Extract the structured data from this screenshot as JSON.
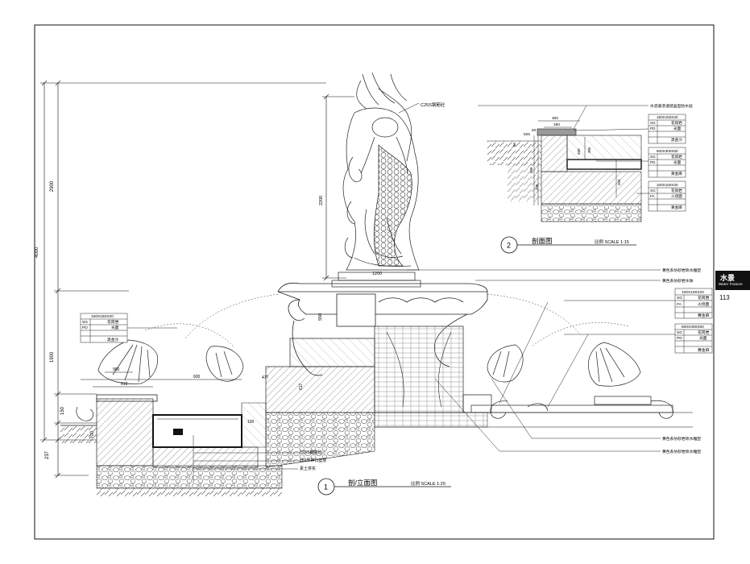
{
  "section": {
    "title_cn": "水景",
    "title_en": "Water Feature",
    "page_number": "113"
  },
  "dimensions_left": {
    "overall": "4000",
    "upper": "2900",
    "lower": "1900",
    "d150": "150",
    "d700": "700",
    "d237": "237"
  },
  "statue": {
    "height": "2200",
    "base_width": "1200",
    "bowl_height": "550",
    "label_top": "C25S钢筋砼"
  },
  "elevation_dims": {
    "d600": "600",
    "d900": "900",
    "d510": "510",
    "d477": "477",
    "d617": "617",
    "d100": "100"
  },
  "detail2": {
    "title": "剖面图",
    "number": "2",
    "scale": "比例 SCALE 1:15",
    "dims": [
      "300",
      "180",
      "60",
      "925",
      "60",
      "400",
      "305",
      "596",
      "206",
      "209"
    ],
    "top_label": "水泥基渗透结晶型防水层",
    "legend_boxes": [
      {
        "size": "150X150X20",
        "rows": [
          [
            "SG",
            "花岗岩"
          ],
          [
            "PD",
            "光面"
          ],
          [
            "",
            "黑金沙"
          ]
        ]
      },
      {
        "size": "600X300X50",
        "rows": [
          [
            "SG",
            "花岗岩"
          ],
          [
            "PD",
            "光面"
          ],
          [
            "",
            "黄金麻"
          ]
        ]
      },
      {
        "size": "100X100X20",
        "rows": [
          [
            "SG",
            "花岗岩"
          ],
          [
            "FA",
            "火烧面"
          ],
          [
            "",
            "黄金麻"
          ]
        ]
      }
    ]
  },
  "detail1": {
    "title": "剖/立面图",
    "number": "1",
    "scale": "比例 SCALE 1:20"
  },
  "callouts": {
    "statue_material": "黄色系仿砂岩喷水雕塑",
    "bowl_material": "黄色系仿砂岩水钵",
    "lower_1": "黄色系仿砂岩喷水雕塑",
    "lower_2": "黄色系仿砂岩喷水雕塑",
    "layers": [
      "C25S钢筋砼",
      "150厚碎石垫层",
      "素土夯实"
    ]
  },
  "legend_right": [
    {
      "size": "100X100X20",
      "rows": [
        [
          "SG",
          "花岗岩"
        ],
        [
          "FA",
          "火烧面"
        ],
        [
          "",
          "黄金麻"
        ]
      ]
    },
    {
      "size": "600X300X50",
      "rows": [
        [
          "SG",
          "花岗岩"
        ],
        [
          "PD",
          "光面"
        ],
        [
          "",
          "黄金麻"
        ]
      ]
    }
  ],
  "legend_left": {
    "size": "150X150X20",
    "rows": [
      [
        "SG",
        "花岗岩"
      ],
      [
        "PD",
        "光面"
      ],
      [
        "",
        "黑金沙"
      ]
    ]
  }
}
